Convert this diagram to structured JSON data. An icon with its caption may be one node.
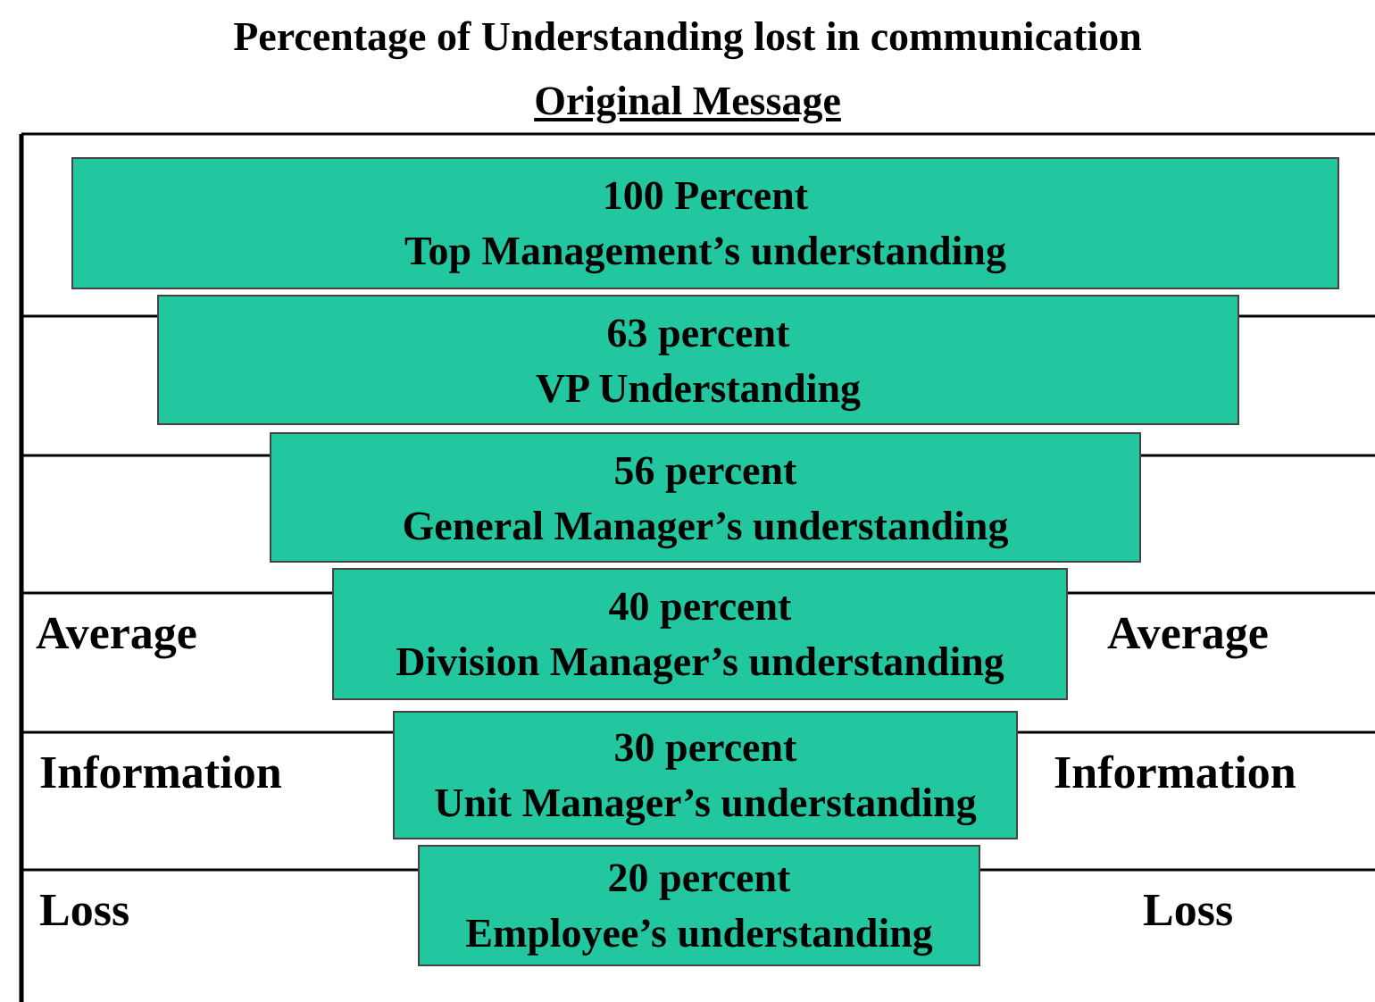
{
  "diagram": {
    "title": "Percentage of Understanding lost in communication",
    "nodes": [
      {
        "text": [
          "100 Percent",
          "Top Management’s understanding"
        ]
      },
      {
        "text": [
          "63 percent",
          "VP Understanding"
        ]
      },
      {
        "text": [
          "56 percent",
          "General Manager’s understanding"
        ]
      },
      {
        "text": [
          "40 percent",
          "Division Manager’s understanding"
        ]
      },
      {
        "text": [
          "30 percent",
          "Unit Manager’s understanding"
        ]
      },
      {
        "text": [
          "20 percent",
          "Employee’s understanding"
        ]
      }
    ],
    "edges": [],
    "labels": [
      "Original Message",
      "Average",
      "Average",
      "Information",
      "Information",
      "Loss",
      "Loss"
    ]
  }
}
